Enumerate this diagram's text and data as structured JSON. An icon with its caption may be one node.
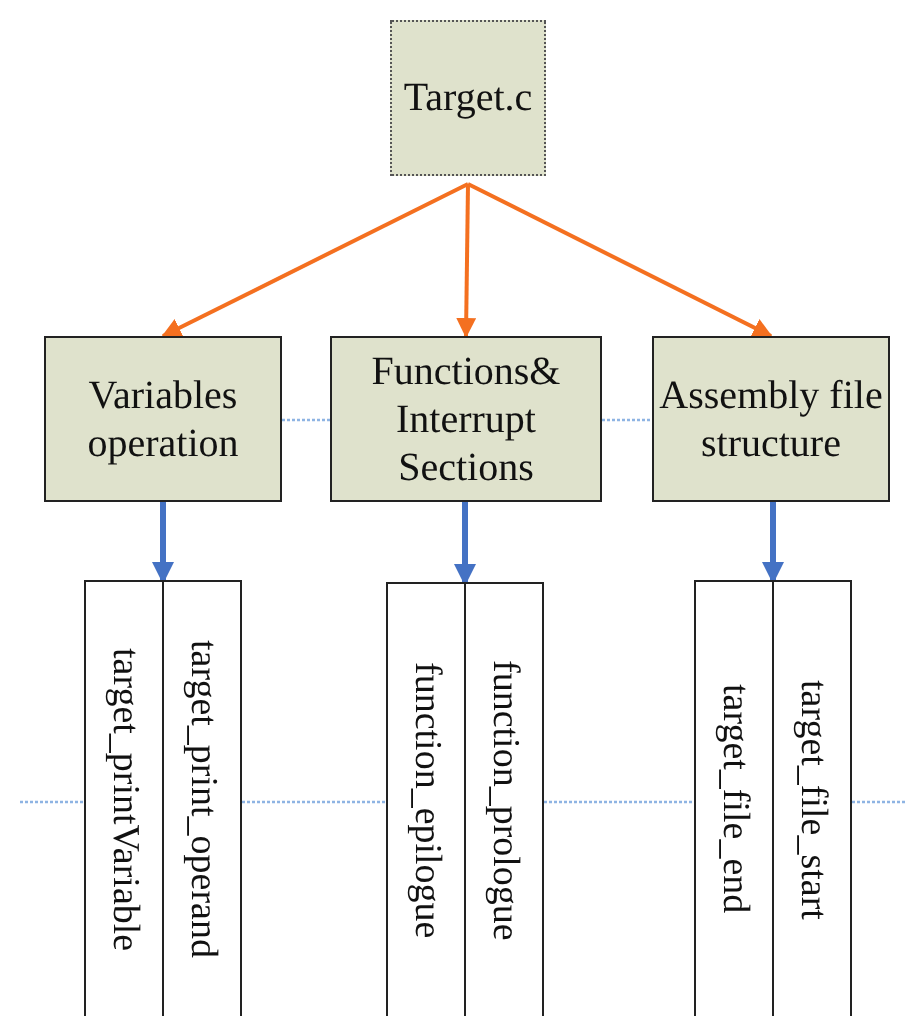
{
  "diagram": {
    "nodes": [
      {
        "text": [
          "Target.c"
        ]
      },
      {
        "text": [
          "Variables operation"
        ]
      },
      {
        "text": [
          "Functions& Interrupt Sections"
        ]
      },
      {
        "text": [
          "Assembly file structure"
        ]
      },
      {
        "text": [
          "target_printVariable"
        ]
      },
      {
        "text": [
          "target_print_operand"
        ]
      },
      {
        "text": [
          "function_epilogue"
        ]
      },
      {
        "text": [
          "function_prologue"
        ]
      },
      {
        "text": [
          "target_file_end"
        ]
      },
      {
        "text": [
          "target_file_start"
        ]
      }
    ],
    "edges": [
      {
        "from": 0,
        "to": 1,
        "arrow": "to",
        "color": "#f47020"
      },
      {
        "from": 0,
        "to": 2,
        "arrow": "to",
        "color": "#f47020"
      },
      {
        "from": 0,
        "to": 3,
        "arrow": "to",
        "color": "#f47020"
      },
      {
        "from": 1,
        "to": 4,
        "arrow": "to"
      },
      {
        "from": 1,
        "to": 5,
        "arrow": "to"
      },
      {
        "from": 2,
        "to": 6,
        "arrow": "to"
      },
      {
        "from": 2,
        "to": 7,
        "arrow": "to"
      },
      {
        "from": 3,
        "to": 8,
        "arrow": "to"
      },
      {
        "from": 3,
        "to": 9,
        "arrow": "to"
      },
      {
        "from": 1,
        "to": 2,
        "arrow": "none",
        "style": "dashed",
        "color": "#8eb4e3"
      },
      {
        "from": 2,
        "to": 3,
        "arrow": "none",
        "style": "dashed",
        "color": "#8eb4e3"
      },
      {
        "from": null,
        "to": 4,
        "arrow": "none",
        "style": "dashed",
        "color": "#8eb4e3"
      },
      {
        "from": 5,
        "to": 6,
        "arrow": "none",
        "style": "dashed",
        "color": "#8eb4e3"
      },
      {
        "from": 7,
        "to": 8,
        "arrow": "none",
        "style": "dashed",
        "color": "#8eb4e3"
      },
      {
        "from": 9,
        "to": null,
        "arrow": "none",
        "style": "dashed",
        "color": "#8eb4e3"
      }
    ]
  }
}
